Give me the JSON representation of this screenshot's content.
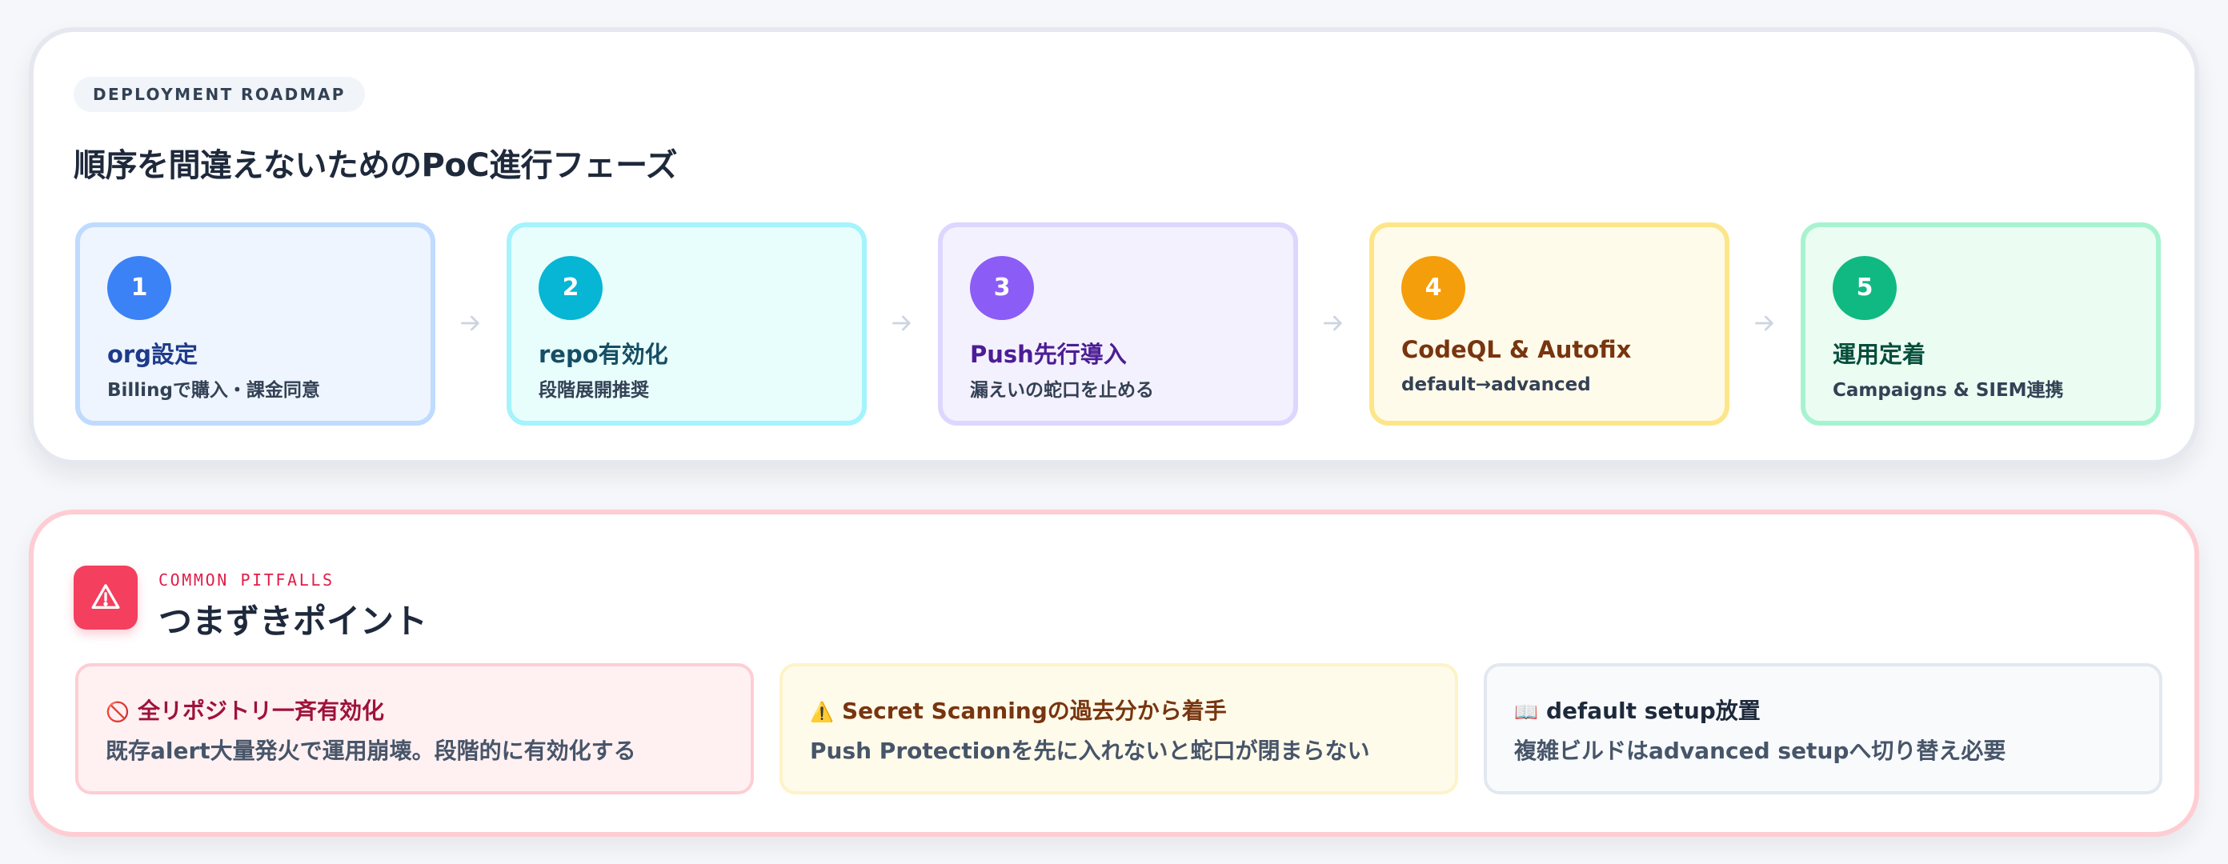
{
  "roadmap": {
    "eyebrow": "DEPLOYMENT ROADMAP",
    "title": "順序を間違えないためのPoC進行フェーズ",
    "phases": [
      {
        "num": "1",
        "title": "org設定",
        "sub": "Billingで購入・課金同意",
        "accent": "#3b82f6",
        "bg": "#eef5ff",
        "border": "#bfdbfe",
        "title_color": "#1e3a8a"
      },
      {
        "num": "2",
        "title": "repo有効化",
        "sub": "段階展開推奨",
        "accent": "#06b6d4",
        "bg": "#e8fefd",
        "border": "#a5f3fc",
        "title_color": "#164e63"
      },
      {
        "num": "3",
        "title": "Push先行導入",
        "sub": "漏えいの蛇口を止める",
        "accent": "#8b5cf6",
        "bg": "#f4f1fe",
        "border": "#ddd6fe",
        "title_color": "#4c1d95"
      },
      {
        "num": "4",
        "title": "CodeQL & Autofix",
        "sub": "default→advanced",
        "accent": "#f59e0b",
        "bg": "#fffbea",
        "border": "#fde68a",
        "title_color": "#78350f"
      },
      {
        "num": "5",
        "title": "運用定着",
        "sub": "Campaigns & SIEM連携",
        "accent": "#10b981",
        "bg": "#ebfdf3",
        "border": "#a7f3d0",
        "title_color": "#064e3b"
      }
    ]
  },
  "pitfalls": {
    "eyebrow": "COMMON PITFALLS",
    "title": "つまずきポイント",
    "items": [
      {
        "icon": "🚫",
        "title": "全リポジトリ一斉有効化",
        "body": "既存alert大量発火で運用崩壊。段階的に有効化する",
        "bg": "#fff1f2",
        "border": "#fecdd3",
        "title_color": "#9f1239"
      },
      {
        "icon": "⚠️",
        "title": "Secret Scanningの過去分から着手",
        "body": "Push Protectionを先に入れないと蛇口が閉まらない",
        "bg": "#fffbeb",
        "border": "#fef3c7",
        "title_color": "#78350f"
      },
      {
        "icon": "📖",
        "title": "default setup放置",
        "body": "複雑ビルドはadvanced setupへ切り替え必要",
        "bg": "#f8fafc",
        "border": "#e2e8f0",
        "title_color": "#1e293b"
      }
    ]
  }
}
